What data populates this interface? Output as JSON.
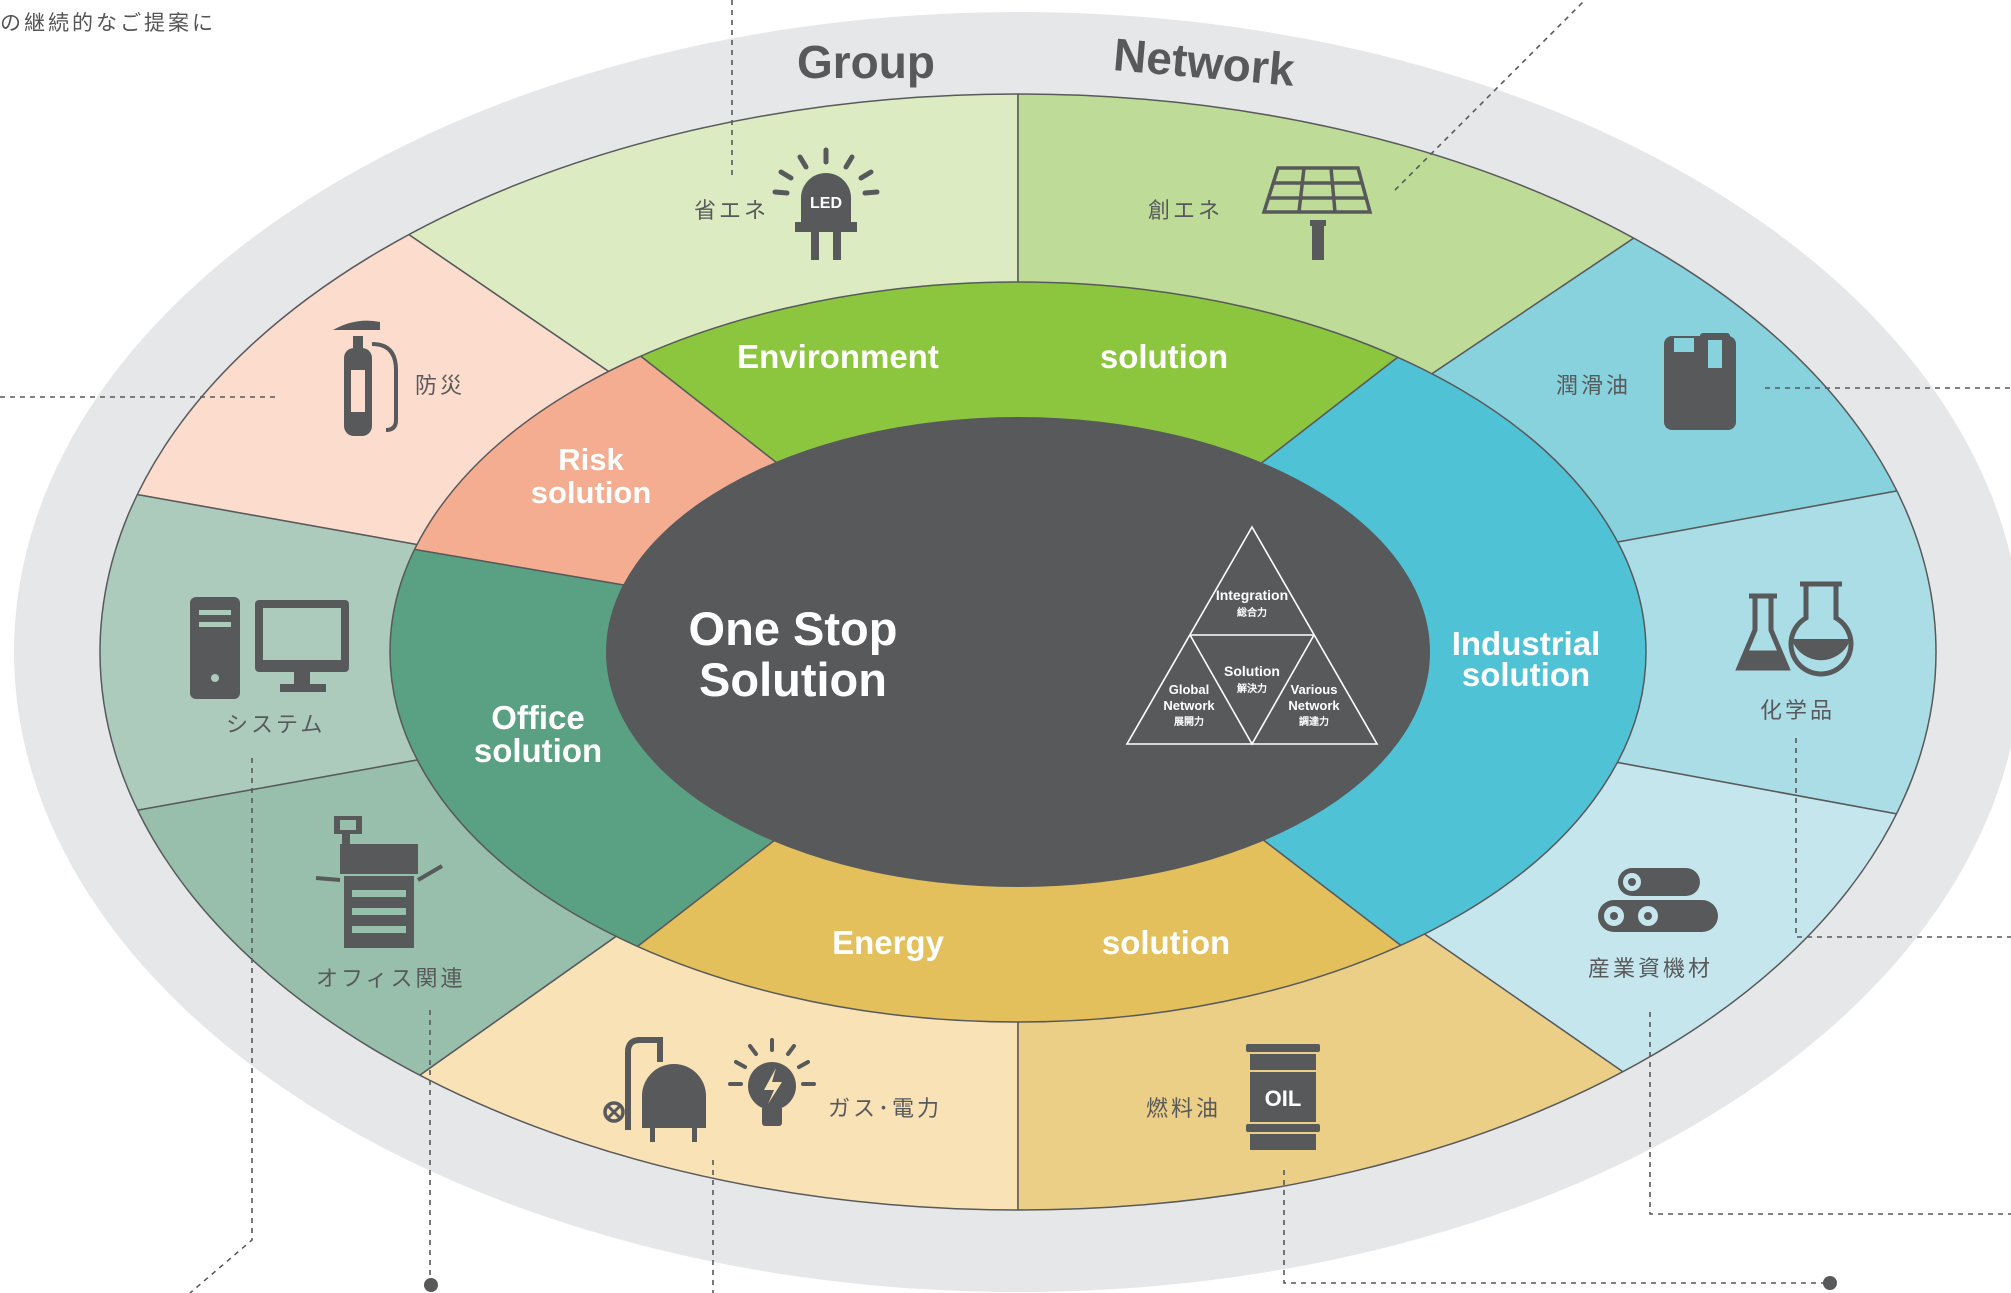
{
  "intro_text": "の継続的なご提案に",
  "outer_ring": {
    "left_label": "Group",
    "right_label": "Network"
  },
  "inner_ring": {
    "environment_left": "Environment",
    "environment_right": "solution",
    "risk_line1": "Risk",
    "risk_line2": "solution",
    "office_line1": "Office",
    "office_line2": "solution",
    "energy_left": "Energy",
    "energy_right": "solution",
    "industrial_line1": "Industrial",
    "industrial_line2": "solution"
  },
  "center": {
    "title_line1": "One Stop",
    "title_line2": "Solution",
    "triangle": {
      "top_en": "Integration",
      "top_jp": "総合力",
      "mid_en": "Solution",
      "mid_jp": "解決力",
      "left_en1": "Global",
      "left_en2": "Network",
      "left_jp": "展開力",
      "right_en1": "Various",
      "right_en2": "Network",
      "right_jp": "調達力"
    }
  },
  "segments": {
    "energy_saving": {
      "label": "省エネ",
      "icon_text": "LED",
      "icon": "led-lamp-icon"
    },
    "energy_creation": {
      "label": "創エネ",
      "icon": "solar-panel-icon"
    },
    "disaster": {
      "label": "防災",
      "icon": "fire-extinguisher-icon"
    },
    "lubricant": {
      "label": "潤滑油",
      "icon": "oil-canister-icon"
    },
    "system": {
      "label": "システム",
      "icon": "computer-icon"
    },
    "chemical": {
      "label": "化学品",
      "icon": "flask-icon"
    },
    "office": {
      "label": "オフィス関連",
      "icon": "copier-icon"
    },
    "materials": {
      "label": "産業資機材",
      "icon": "rolls-icon"
    },
    "gas_power": {
      "label": "ガス･電力",
      "icon": "gas-tank-bulb-icon"
    },
    "fuel_oil": {
      "label": "燃料油",
      "icon_text": "OIL",
      "icon": "oil-drum-icon"
    }
  },
  "colors": {
    "outer_ring": "#e6e7e8",
    "center": "#58595b",
    "environment_inner": "#8cc63f",
    "energy_saving": "#dcebc2",
    "energy_creation": "#bedc98",
    "risk_inner": "#f5ad91",
    "disaster": "#fbdccd",
    "office_inner": "#5aa082",
    "system": "#adcbbd",
    "office_outer": "#97bfac",
    "energy_inner": "#e3c05c",
    "gas_power": "#f8e2b6",
    "fuel_oil": "#eccf87",
    "industrial_inner": "#50c2d6",
    "lubricant": "#88d2de",
    "chemical": "#abdde7",
    "materials": "#c6e6ee"
  }
}
